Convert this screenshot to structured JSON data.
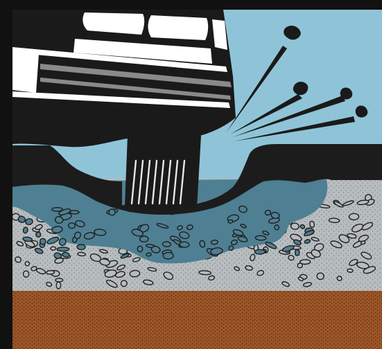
{
  "illustration": {
    "subject": "vehicle-tire-in-pothole",
    "elements": [
      "sky",
      "vehicle-body",
      "tire",
      "pothole-water",
      "gravel-base-layer",
      "soil-subgrade-layer",
      "flying-debris"
    ],
    "colors": {
      "frame": "#111111",
      "sky": "#8fc4d8",
      "vehicle": "#1a1a1a",
      "vehicle_highlight": "#ffffff",
      "vehicle_stripe": "#8a8a8a",
      "asphalt": "#1c1c1c",
      "water": "#4f7f92",
      "water_surface": "#3d6d80",
      "gravel": "#b7bcbf",
      "gravel_stone_outline": "#1e1e1e",
      "soil": "#9b5427",
      "soil_speckle": "#2a1608",
      "tire_tread": "#e8e8e8"
    }
  }
}
